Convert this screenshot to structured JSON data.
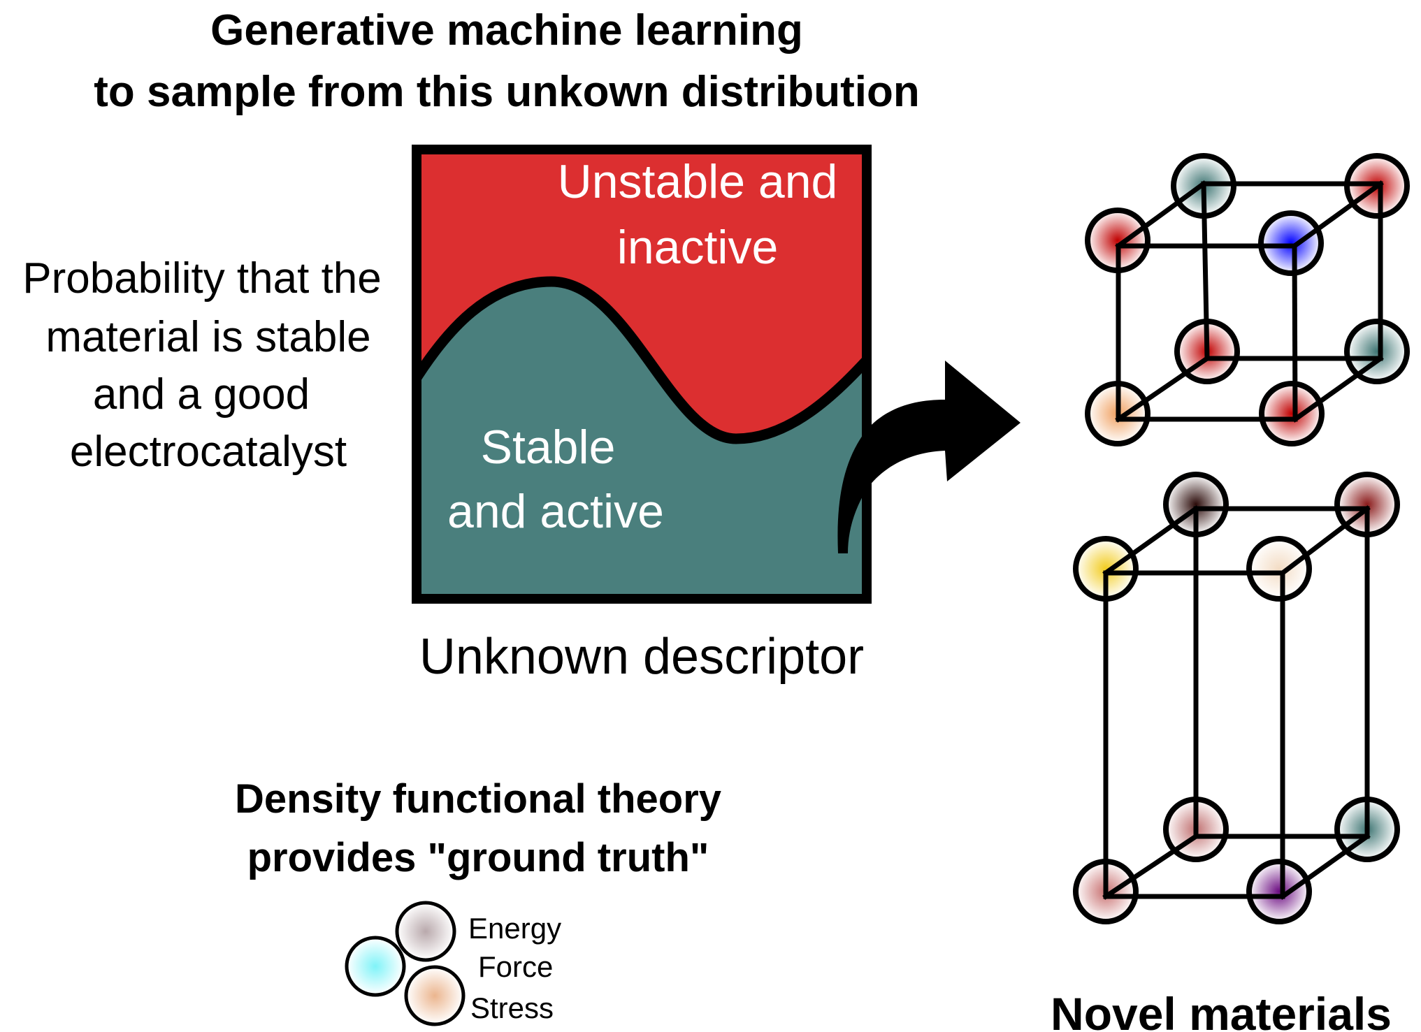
{
  "header": {
    "title_lines": [
      "Generative machine learning",
      "to sample from this unkown distribution"
    ]
  },
  "y_axis_label": {
    "lines": [
      "Probability that the",
      "material is stable",
      "and a good",
      "electrocatalyst"
    ]
  },
  "distribution_box": {
    "upper_region": {
      "label_lines": [
        "Unstable and",
        "inactive"
      ],
      "color": "#DC2F30"
    },
    "lower_region": {
      "label_lines": [
        "Stable",
        "and active"
      ],
      "color": "#4A7F7D"
    },
    "x_axis_label": "Unknown descriptor"
  },
  "arrow": {
    "icon": "curved-arrow-right-icon",
    "meaning": "sampling leads to novel materials"
  },
  "dft": {
    "title_lines": [
      "Density functional theory",
      "provides \"ground truth\""
    ],
    "properties": [
      {
        "label": "Energy",
        "color": "#B9A9AC"
      },
      {
        "label": "Force",
        "color": "#7FF3F8"
      },
      {
        "label": "Stress",
        "color": "#EBB58E"
      }
    ]
  },
  "materials": {
    "label": "Novel materials",
    "crystal_1": {
      "type": "cubic",
      "atoms": [
        {
          "position": "front-top-left",
          "color": "#C00000"
        },
        {
          "position": "back-top-left",
          "color": "#3E7573"
        },
        {
          "position": "back-top-right",
          "color": "#C00000"
        },
        {
          "position": "front-top-right",
          "color": "#0000FF"
        },
        {
          "position": "back-bottom-left",
          "color": "#C00000"
        },
        {
          "position": "back-bottom-right",
          "color": "#3E7573"
        },
        {
          "position": "front-bottom-left",
          "color": "#F0A060"
        },
        {
          "position": "front-bottom-right",
          "color": "#C00000"
        }
      ]
    },
    "crystal_2": {
      "type": "tetragonal",
      "atoms": [
        {
          "position": "front-top-left",
          "color": "#F2CC20"
        },
        {
          "position": "back-top-left",
          "color": "#2A0A08"
        },
        {
          "position": "back-top-right",
          "color": "#8A1A1A"
        },
        {
          "position": "front-top-right",
          "color": "#F3DCC4"
        },
        {
          "position": "back-bottom-left",
          "color": "#C07070"
        },
        {
          "position": "back-bottom-right",
          "color": "#3E7573"
        },
        {
          "position": "front-bottom-left",
          "color": "#C87070"
        },
        {
          "position": "front-bottom-right",
          "color": "#6A0A80"
        }
      ]
    }
  }
}
